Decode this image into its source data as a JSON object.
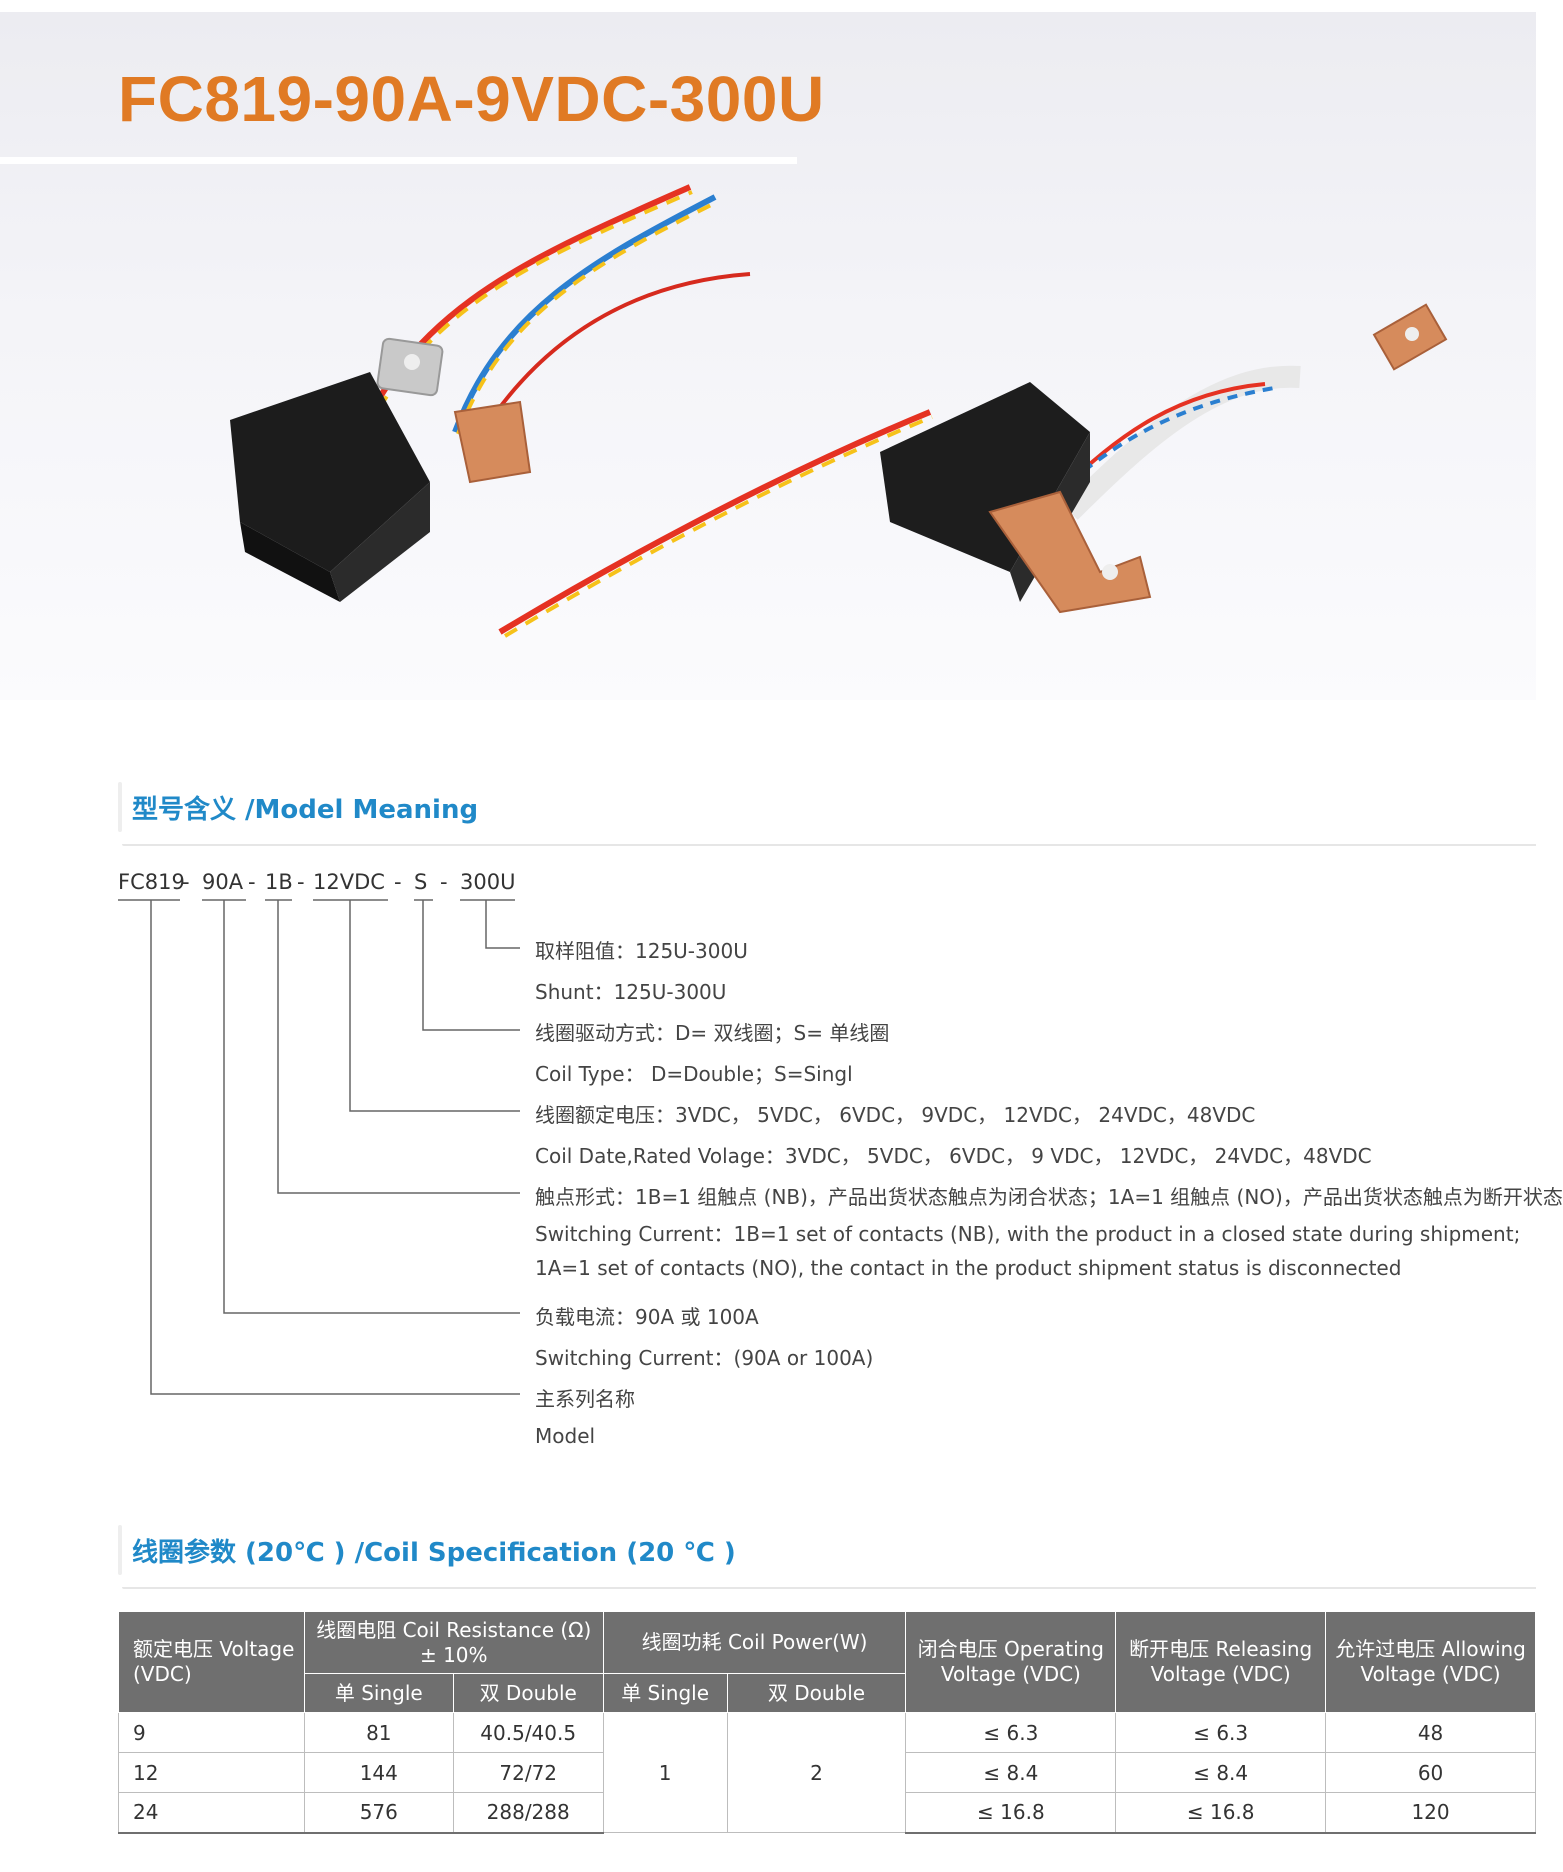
{
  "title": "FC819-90A-9VDC-300U",
  "model_section": {
    "heading": "型号含义 /Model Meaning",
    "code": {
      "p1": "FC819",
      "s1": "-",
      "p2": "90A",
      "s2": "-",
      "p3": "1B",
      "s3": "-",
      "p4": "12VDC",
      "s4": "-",
      "p5": "S",
      "s5": "-",
      "p6": "300U"
    },
    "items": {
      "shunt_cn": "取样阻值：125U-300U",
      "shunt_en": "Shunt：125U-300U",
      "coil_type_cn": "线圈驱动方式：D= 双线圈；S= 单线圈",
      "coil_type_en": "Coil Type： D=Double；S=Singl",
      "voltage_cn": "线圈额定电压：3VDC， 5VDC， 6VDC， 9VDC， 12VDC， 24VDC，48VDC",
      "voltage_en": "Coil Date,Rated Volage：3VDC， 5VDC， 6VDC， 9 VDC， 12VDC， 24VDC，48VDC",
      "contact_cn": "触点形式：1B=1 组触点 (NB)，产品出货状态触点为闭合状态；1A=1 组触点 (NO)，产品出货状态触点为断开状态",
      "contact_en": "Switching Current：1B=1 set of contacts (NB), with the product in a closed state during shipment; 1A=1 set of contacts (NO), the contact in the product shipment status is disconnected",
      "current_cn": "负载电流：90A 或 100A",
      "current_en": "Switching Current：(90A or 100A)",
      "series_cn": "主系列名称",
      "series_en": "Model"
    }
  },
  "coil_section": {
    "heading": "线圈参数 (20℃ ) /Coil Specification (20 ℃ )",
    "headers": {
      "voltage": "额定电压 Voltage (VDC)",
      "resistance": "线圈电阻 Coil Resistance (Ω) ± 10%",
      "power": "线圈功耗 Coil Power(W)",
      "operating": "闭合电压 Operating Voltage (VDC)",
      "releasing": "断开电压 Releasing Voltage (VDC)",
      "allowing": "允许过电压 Allowing Voltage (VDC)",
      "single": "单 Single",
      "double": "双 Double"
    },
    "rows": [
      {
        "voltage": "9",
        "single": "81",
        "double": "40.5/40.5",
        "operating": "≤ 6.3",
        "releasing": "≤ 6.3",
        "allowing": "48"
      },
      {
        "voltage": "12",
        "single": "144",
        "double": "72/72",
        "operating": "≤ 8.4",
        "releasing": "≤ 8.4",
        "allowing": "60"
      },
      {
        "voltage": "24",
        "single": "576",
        "double": "288/288",
        "operating": "≤ 16.8",
        "releasing": "≤ 16.8",
        "allowing": "120"
      }
    ],
    "power_single": "1",
    "power_double": "2"
  },
  "colors": {
    "title": "#e07a24",
    "heading": "#2089c8",
    "table_header": "#6f6f6f"
  }
}
